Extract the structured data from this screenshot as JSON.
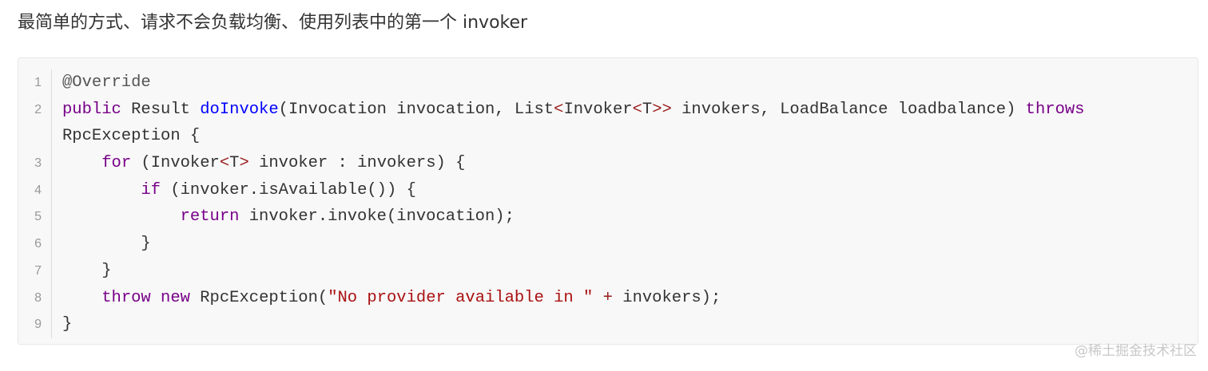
{
  "intro_text": "最简单的方式、请求不会负载均衡、使用列表中的第一个 invoker",
  "code": {
    "line_numbers": [
      "1",
      "2",
      "",
      "3",
      "4",
      "5",
      "6",
      "7",
      "8",
      "9"
    ],
    "lines": [
      [
        {
          "text": "@Override",
          "type": "annotation"
        }
      ],
      [
        {
          "text": "public",
          "type": "keyword"
        },
        {
          "text": " Result ",
          "type": "plain"
        },
        {
          "text": "doInvoke",
          "type": "def"
        },
        {
          "text": "(Invocation invocation, List",
          "type": "plain"
        },
        {
          "text": "<",
          "type": "op"
        },
        {
          "text": "Invoker",
          "type": "plain"
        },
        {
          "text": "<",
          "type": "op"
        },
        {
          "text": "T",
          "type": "plain"
        },
        {
          "text": ">>",
          "type": "op"
        },
        {
          "text": " invokers, LoadBalance loadbalance) ",
          "type": "plain"
        },
        {
          "text": "throws",
          "type": "keyword"
        }
      ],
      [
        {
          "text": "RpcException {",
          "type": "plain"
        }
      ],
      [
        {
          "text": "    ",
          "type": "plain"
        },
        {
          "text": "for",
          "type": "keyword"
        },
        {
          "text": " (Invoker",
          "type": "plain"
        },
        {
          "text": "<",
          "type": "op"
        },
        {
          "text": "T",
          "type": "plain"
        },
        {
          "text": ">",
          "type": "op"
        },
        {
          "text": " invoker : invokers) {",
          "type": "plain"
        }
      ],
      [
        {
          "text": "        ",
          "type": "plain"
        },
        {
          "text": "if",
          "type": "keyword"
        },
        {
          "text": " (invoker.isAvailable()) {",
          "type": "plain"
        }
      ],
      [
        {
          "text": "            ",
          "type": "plain"
        },
        {
          "text": "return",
          "type": "keyword"
        },
        {
          "text": " invoker.invoke(invocation);",
          "type": "plain"
        }
      ],
      [
        {
          "text": "        }",
          "type": "plain"
        }
      ],
      [
        {
          "text": "    }",
          "type": "plain"
        }
      ],
      [
        {
          "text": "    ",
          "type": "plain"
        },
        {
          "text": "throw",
          "type": "keyword"
        },
        {
          "text": " ",
          "type": "plain"
        },
        {
          "text": "new",
          "type": "keyword"
        },
        {
          "text": " RpcException(",
          "type": "plain"
        },
        {
          "text": "\"No provider available in \"",
          "type": "string"
        },
        {
          "text": " ",
          "type": "plain"
        },
        {
          "text": "+",
          "type": "op"
        },
        {
          "text": " invokers);",
          "type": "plain"
        }
      ],
      [
        {
          "text": "}",
          "type": "plain"
        }
      ]
    ]
  },
  "watermark": "@稀土掘金技术社区",
  "colors": {
    "keyword": "#770088",
    "def": "#0000ff",
    "string": "#aa1111",
    "operator": "#981a1a",
    "annotation": "#555555",
    "code_background": "#f8f8f8"
  }
}
